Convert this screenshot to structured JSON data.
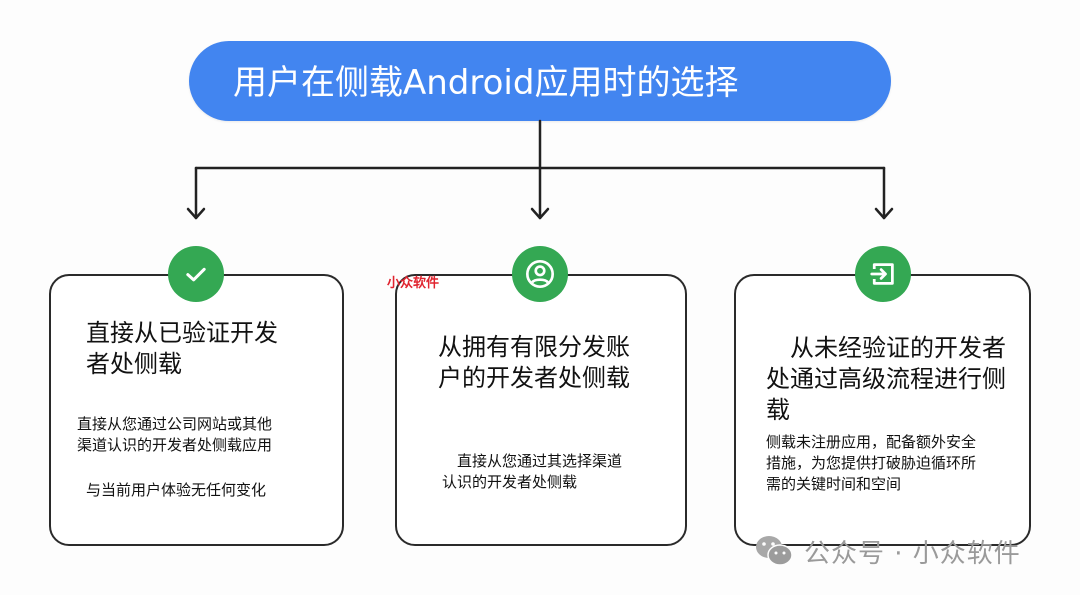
{
  "header": {
    "title": "用户在侧载Android应用时的选择"
  },
  "colors": {
    "title_bg": "#4285f0",
    "badge_bg": "#34a853",
    "card_border": "#2a2a2a",
    "watermark_red": "#e0242f",
    "watermark_gray": "#9a9a9a"
  },
  "cards": [
    {
      "icon": "checkmark-icon",
      "title": "直接从已验证开发者处侧载",
      "title_lines": [
        "直接从已验证开发",
        "者处侧载"
      ],
      "description_lines": [
        "直接从您通过公司网站或其他",
        "渠道认识的开发者处侧载应用"
      ],
      "note": "与当前用户体验无任何变化"
    },
    {
      "icon": "user-account-icon",
      "title": "从拥有有限分发账户的开发者处侧载",
      "title_lines": [
        "从拥有有限分发账",
        "户的开发者处侧载"
      ],
      "description_lines": [
        "　直接从您通过其选择渠道",
        "认识的开发者处侧载"
      ]
    },
    {
      "icon": "enter-arrow-icon",
      "title": "从未经验证的开发者处通过高级流程进行侧载",
      "title_lines": [
        "　从未经验证的开发者",
        "处通过高级流程进行侧",
        "载"
      ],
      "description_lines": [
        "侧载未注册应用，配备额外安全",
        "措施，为您提供打破胁迫循环所",
        "需的关键时间和空间"
      ]
    }
  ],
  "watermarks": {
    "red_label": "小众软件",
    "account_label": "公众号 · 小众软件",
    "icon": "wechat-icon"
  }
}
